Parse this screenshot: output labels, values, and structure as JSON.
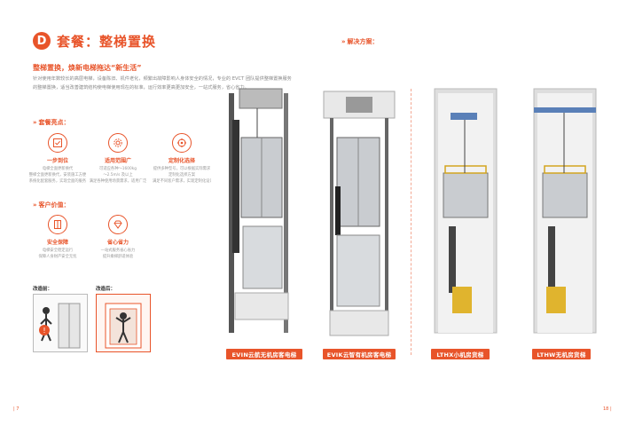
{
  "header": {
    "badge": "D",
    "title": "套餐：整梯置换",
    "solution_label": "解决方案："
  },
  "intro": {
    "subtitle": "整梯置换，焕新电梯拖达“新生活”",
    "desc_line1": "针对使用年数较长的高层电梯，设备陈旧、机件老化，频繁出故障影响人身体安全的情况，专业的 EVCT 团队提供整梯置换服务",
    "desc_line2": "的整梯置换，适当改善建筑结构使电梯使用现在的标准，运行效率更高更加安全，一站式服务，省心省力。"
  },
  "features_section": {
    "chevron": "»",
    "heading": "套餐亮点：",
    "items": [
      {
        "title": "一步到位",
        "lines": [
          "电梯全面更新换代",
          "整梯全面更新换代，安装施工方便",
          "系统化配套服务，实现全面的服务"
        ]
      },
      {
        "title": "适用范围广",
        "lines": [
          "可适应各种～1600kg",
          "～2.5m/s 及以上",
          "满足各种使用场景需求，适用广泛"
        ]
      },
      {
        "title": "定制化选择",
        "lines": [
          "提供多种型号，可以根据实际需求",
          "定制化选择方案",
          "满足不同客户需求，实现定制化设计"
        ]
      }
    ]
  },
  "benefits_section": {
    "chevron": "»",
    "heading": "客户价值：",
    "items": [
      {
        "title": "安全保障",
        "lines": [
          "电梯安全稳定运行",
          "保障人身财产安全无忧"
        ]
      },
      {
        "title": "省心省力",
        "lines": [
          "一站式服务省心省力",
          "提升乘梯舒适体验"
        ]
      }
    ]
  },
  "comparison": {
    "before_label": "改造前：",
    "after_label": "改造后："
  },
  "models": [
    {
      "label": "EVIN云航无机房客电梯"
    },
    {
      "label": "EVIK云智有机房客电梯"
    },
    {
      "label": "LTHX小机房货梯"
    },
    {
      "label": "LTHW无机房货梯"
    }
  ],
  "pagination": {
    "left": "| 7",
    "right": "18 |"
  },
  "colors": {
    "accent": "#e8542a",
    "text_gray": "#888888",
    "shaft_gray": "#d9d9d9",
    "cabin_gray": "#b8bcc0",
    "counterweight_yellow": "#e0b42e"
  }
}
